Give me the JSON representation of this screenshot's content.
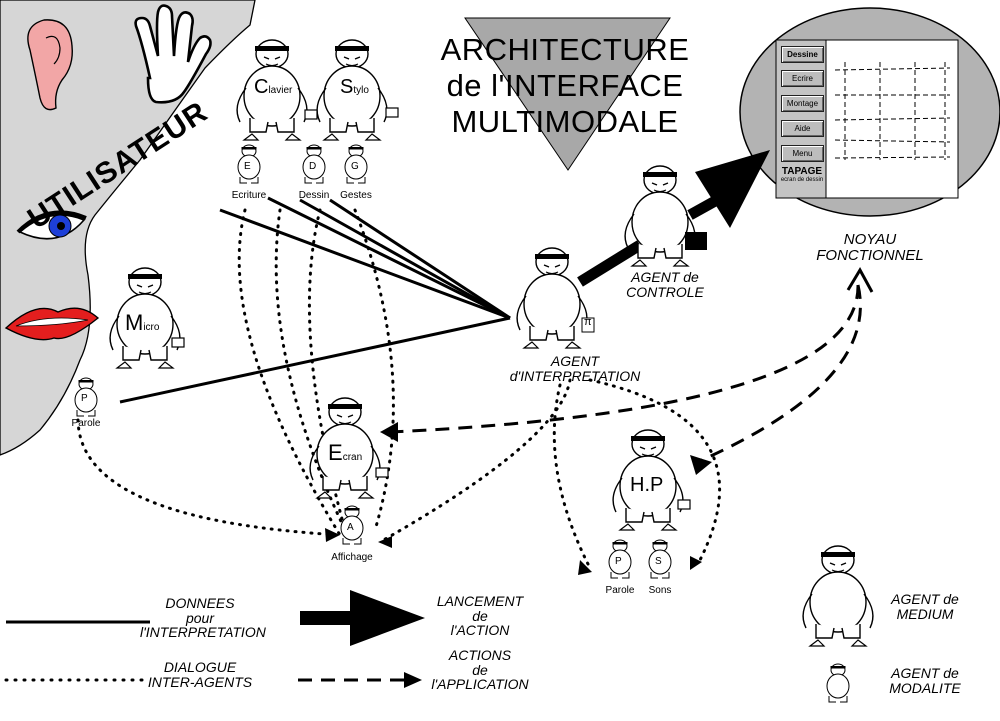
{
  "title": {
    "line1": "ARCHITECTURE",
    "line2": "de l'INTERFACE",
    "line3": "MULTIMODALE"
  },
  "user": {
    "label": "UTILISATEUR",
    "organs": [
      "ear-icon",
      "hand-icon",
      "eye-icon",
      "mouth-icon"
    ]
  },
  "medium_agents": {
    "clavier": {
      "big": "C",
      "small": "lavier"
    },
    "stylo": {
      "big": "S",
      "small": "tylo"
    },
    "micro": {
      "big": "M",
      "small": "icro"
    },
    "ecran": {
      "big": "E",
      "small": "cran"
    },
    "hp": {
      "big": "H.P"
    }
  },
  "modality_agents": {
    "ecriture": {
      "letter": "E",
      "label": "Ecriture"
    },
    "dessin": {
      "letter": "D",
      "label": "Dessin"
    },
    "gestes": {
      "letter": "G",
      "label": "Gestes"
    },
    "parole_in": {
      "letter": "P",
      "label": "Parole"
    },
    "affichage": {
      "letter": "A",
      "label": "Affichage"
    },
    "parole_out": {
      "letter": "P",
      "label": "Parole"
    },
    "sons": {
      "letter": "S",
      "label": "Sons"
    }
  },
  "interpretation_agent": {
    "line1": "AGENT",
    "line2": "d'INTERPRETATION",
    "symbol": "π"
  },
  "control_agent": {
    "line1": "AGENT de",
    "line2": "CONTROLE"
  },
  "noyau": {
    "line1": "NOYAU",
    "line2": "FONCTIONNEL",
    "screen_buttons": [
      "Dessine",
      "Ecrire",
      "Montage",
      "Aide",
      "Menu",
      "TAPAGE"
    ],
    "tapage_sub": "ecran de dessin"
  },
  "legend": {
    "donnees": {
      "line1": "DONNEES",
      "line2": "pour",
      "line3": "l'INTERPRETATION"
    },
    "dialogue": {
      "line1": "DIALOGUE",
      "line2": "INTER-AGENTS"
    },
    "lancement": {
      "line1": "LANCEMENT",
      "line2": "de",
      "line3": "l'ACTION"
    },
    "actions": {
      "line1": "ACTIONS",
      "line2": "de",
      "line3": "l'APPLICATION"
    },
    "agent_medium": {
      "line1": "AGENT de",
      "line2": "MEDIUM"
    },
    "agent_modalite": {
      "line1": "AGENT de",
      "line2": "MODALITE"
    }
  },
  "colors": {
    "skin": "#d2d2d2",
    "ear": "#f2a6a6",
    "lips": "#e41e1e",
    "iris": "#1d3fd8",
    "triangle": "#a8a8a8",
    "noyau": "#b3b3b3"
  }
}
